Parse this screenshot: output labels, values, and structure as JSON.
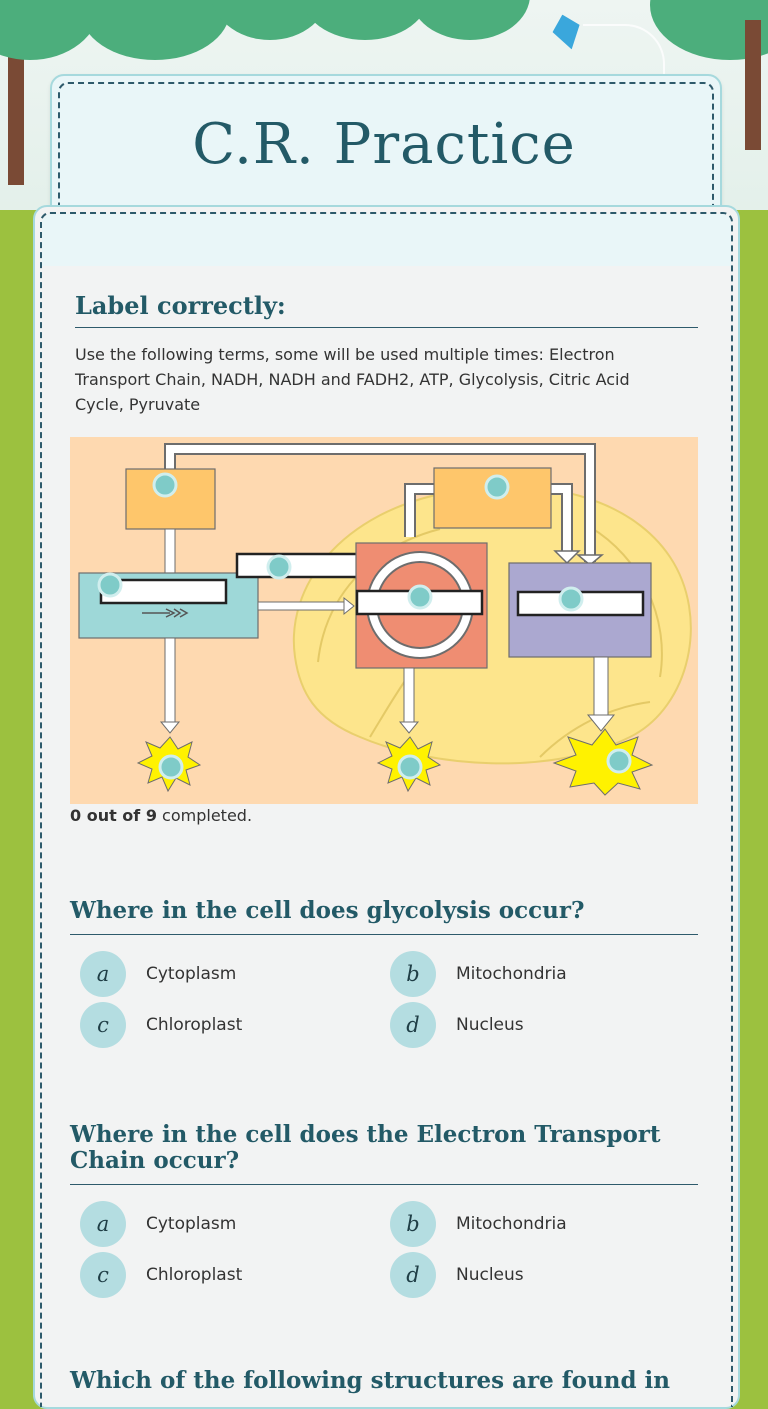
{
  "title": "C.R. Practice",
  "section1": {
    "heading": "Label correctly:",
    "instructions": "Use the following terms, some will be used multiple times: Electron Transport Chain, NADH, NADH and FADH2, ATP, Glycolysis, Citric Acid Cycle, Pyruvate",
    "progress_count": "0 out of 9",
    "progress_suffix": " completed.",
    "drop_targets": 9
  },
  "questions": [
    {
      "title": "Where in the cell does glycolysis occur?",
      "options": [
        {
          "letter": "a",
          "text": "Cytoplasm"
        },
        {
          "letter": "b",
          "text": "Mitochondria"
        },
        {
          "letter": "c",
          "text": "Chloroplast"
        },
        {
          "letter": "d",
          "text": "Nucleus"
        }
      ]
    },
    {
      "title": "Where in the cell does the Electron Transport Chain occur?",
      "options": [
        {
          "letter": "a",
          "text": "Cytoplasm"
        },
        {
          "letter": "b",
          "text": "Mitochondria"
        },
        {
          "letter": "c",
          "text": "Chloroplast"
        },
        {
          "letter": "d",
          "text": "Nucleus"
        }
      ]
    },
    {
      "title": "Which of the following structures are found in"
    }
  ],
  "colors": {
    "heading": "#235a67",
    "bubble": "#b4dde1",
    "diagram_bg": "#fed9b0",
    "glycolysis_box": "#9ed8d8",
    "krebs_box": "#ef8d72",
    "etc_box": "#aba8d0",
    "label_box": "#fec66b"
  }
}
